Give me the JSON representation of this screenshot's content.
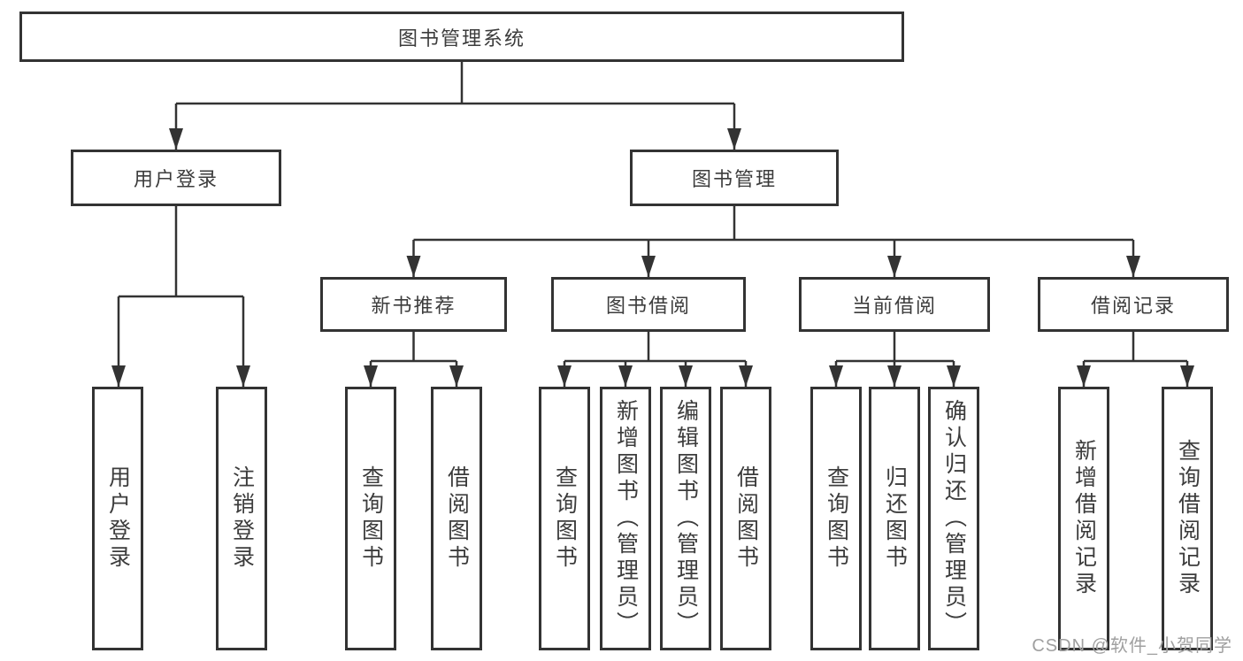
{
  "diagram": {
    "root": "图书管理系统",
    "branches": {
      "user_login": "用户登录",
      "book_management": "图书管理"
    },
    "user_login_children": [
      "用户登录",
      "注销登录"
    ],
    "book_management_sections": [
      "新书推荐",
      "图书借阅",
      "当前借阅",
      "借阅记录"
    ],
    "new_book_leaves": [
      "查询图书",
      "借阅图书"
    ],
    "book_borrow_leaves": [
      "查询图书",
      "新增图书（管理员）",
      "编辑图书（管理员）",
      "借阅图书"
    ],
    "current_borrow_leaves": [
      "查询图书",
      "归还图书",
      "确认归还（管理员）"
    ],
    "record_leaves": [
      "新增借阅记录",
      "查询借阅记录"
    ]
  },
  "watermark": "CSDN @软件_小贺同学"
}
